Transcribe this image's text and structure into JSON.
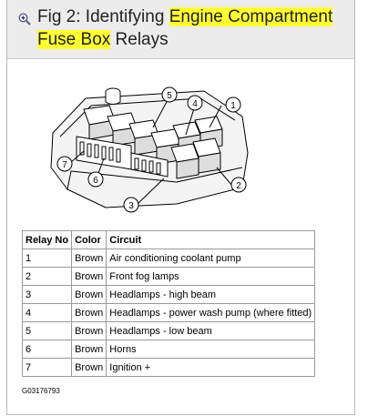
{
  "title": {
    "prefix": "Fig 2: Identifying ",
    "highlight1": "Engine Compartment",
    "highlight2": "Fuse Box",
    "suffix": " Relays"
  },
  "diagram": {
    "callouts": [
      "1",
      "2",
      "3",
      "4",
      "5",
      "6",
      "7"
    ]
  },
  "table": {
    "headers": [
      "Relay No",
      "Color",
      "Circuit"
    ],
    "rows": [
      [
        "1",
        "Brown",
        "Air conditioning coolant pump"
      ],
      [
        "2",
        "Brown",
        "Front fog lamps"
      ],
      [
        "3",
        "Brown",
        "Headlamps - high beam"
      ],
      [
        "4",
        "Brown",
        "Headlamps - power wash pump (where fitted)"
      ],
      [
        "5",
        "Brown",
        "Headlamps - low beam"
      ],
      [
        "6",
        "Brown",
        "Horns"
      ],
      [
        "7",
        "Brown",
        "Ignition +"
      ]
    ]
  },
  "figure_ref": "G03176793"
}
